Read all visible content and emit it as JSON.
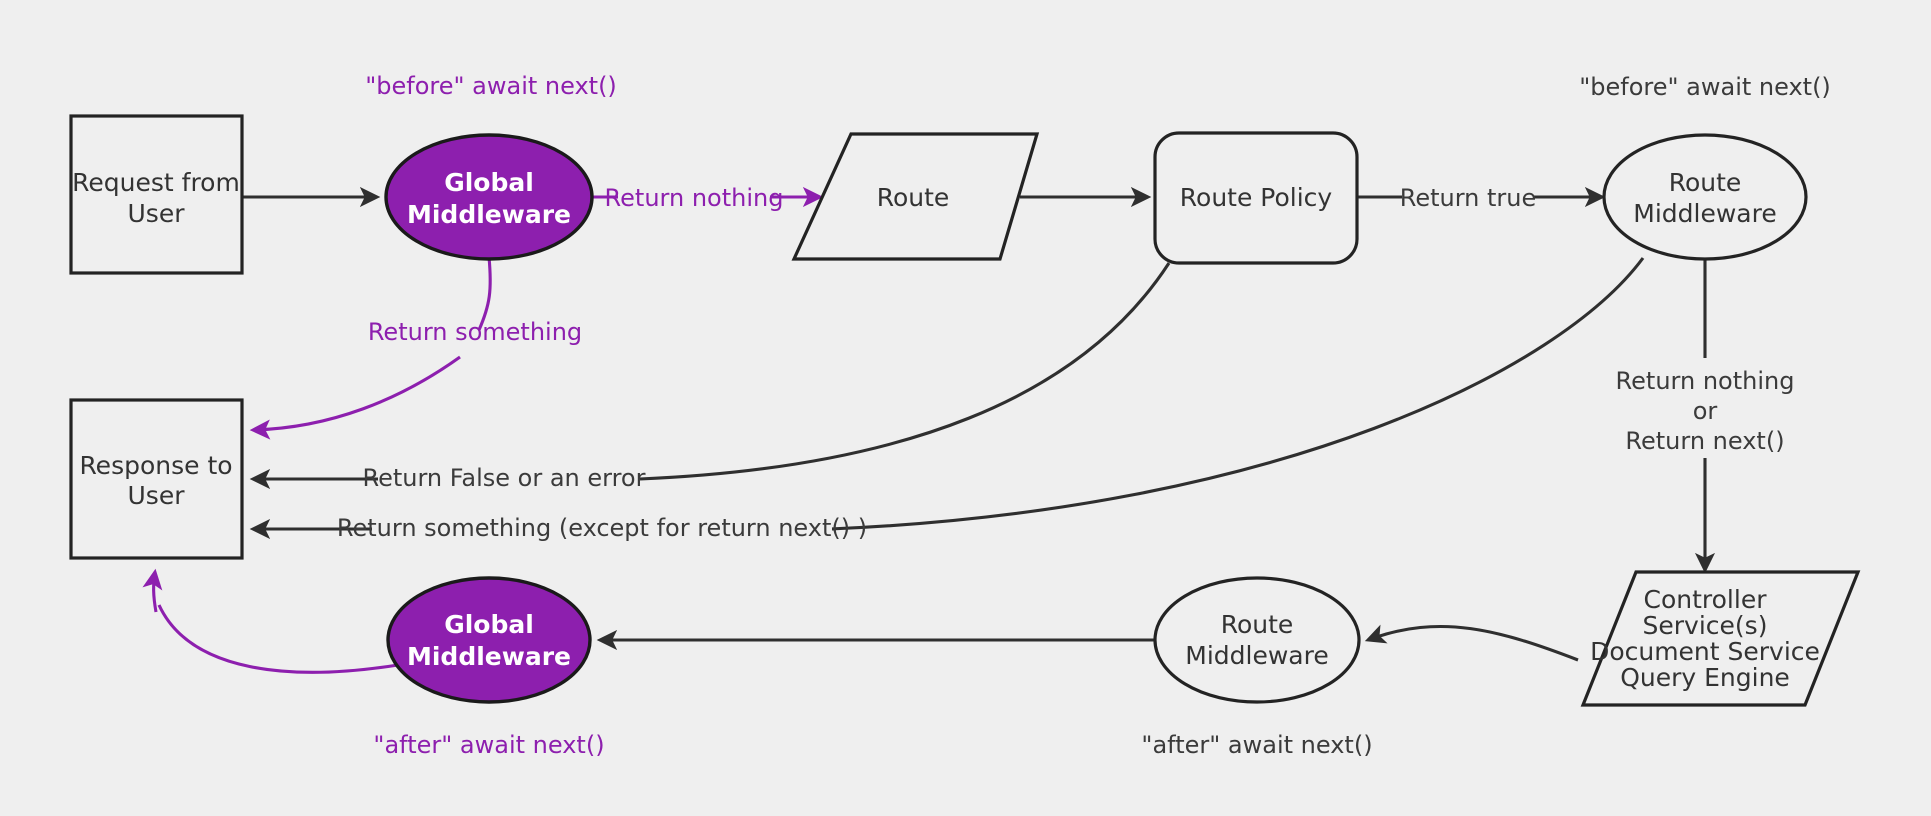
{
  "canvas": {
    "background": "#efefef",
    "accent_color": "#8D1FAE",
    "line_color": "#2f2f2f",
    "text_color": "#3b3b3b"
  },
  "nodes": {
    "request": {
      "label_line1": "Request from",
      "label_line2": "User",
      "shape": "rectangle"
    },
    "global_middleware_before": {
      "label_line1": "Global",
      "label_line2": "Middleware",
      "shape": "ellipse-filled"
    },
    "route": {
      "label": "Route",
      "shape": "parallelogram"
    },
    "route_policy": {
      "label": "Route Policy",
      "shape": "rounded-rectangle"
    },
    "route_middleware_before": {
      "label_line1": "Route",
      "label_line2": "Middleware",
      "shape": "ellipse"
    },
    "controller": {
      "label_line1": "Controller",
      "label_line2": "Service(s)",
      "label_line3": "Document Service",
      "label_line4": "Query Engine",
      "shape": "parallelogram"
    },
    "route_middleware_after": {
      "label_line1": "Route",
      "label_line2": "Middleware",
      "shape": "ellipse"
    },
    "global_middleware_after": {
      "label_line1": "Global",
      "label_line2": "Middleware",
      "shape": "ellipse-filled"
    },
    "response": {
      "label_line1": "Response to",
      "label_line2": "User",
      "shape": "rectangle"
    }
  },
  "edge_labels": {
    "return_nothing": "Return nothing",
    "return_something": "Return something",
    "return_true": "Return true",
    "return_false_or_error": "Return False or an error",
    "return_something_except": "Return something (except for return next() )",
    "return_nothing_or_next_line1": "Return nothing",
    "return_nothing_or_next_line2": "or",
    "return_nothing_or_next_line3": "Return next()"
  },
  "notes": {
    "before_global": "\"before\" await next()",
    "after_global": "\"after\" await next()",
    "before_route": "\"before\" await next()",
    "after_route": "\"after\" await next()"
  }
}
